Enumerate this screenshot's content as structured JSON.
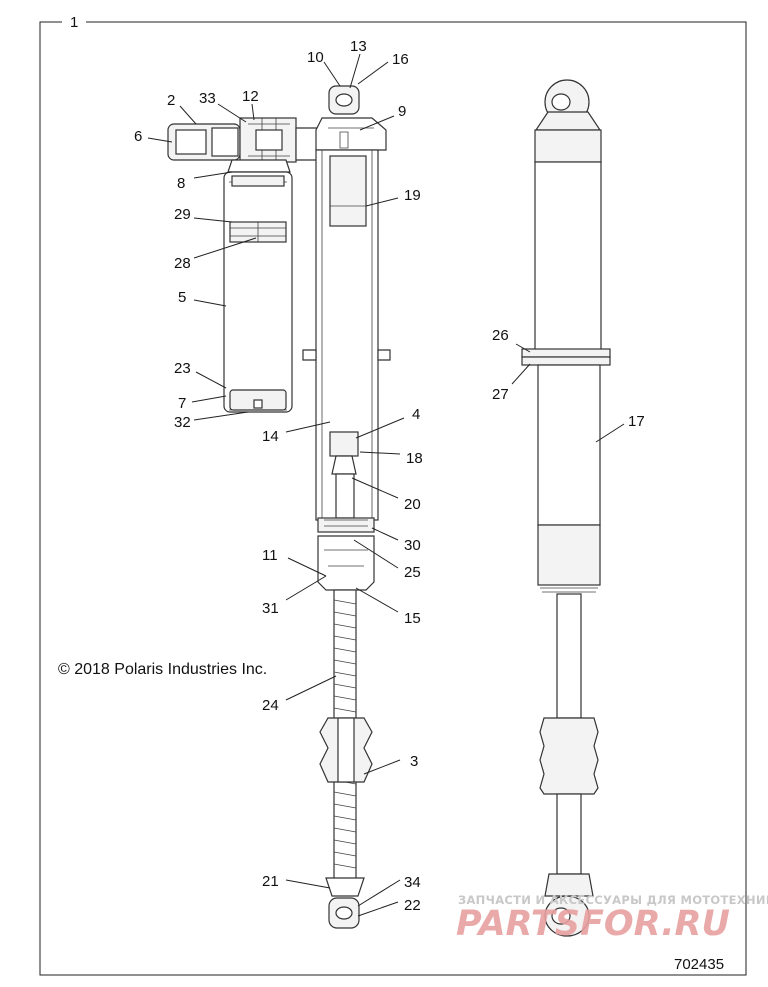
{
  "diagram": {
    "assembly_number": "1",
    "figure_id": "702435",
    "copyright": "© 2018 Polaris Industries Inc.",
    "watermark": {
      "top_line": "ЗАПЧАСТИ И АКСЕССУАРЫ ДЛЯ МОТОТЕХНИКИ",
      "logo_text": "PARTSFOR.RU"
    },
    "callouts": [
      "2",
      "33",
      "12",
      "6",
      "8",
      "29",
      "28",
      "5",
      "23",
      "7",
      "32",
      "10",
      "13",
      "16",
      "9",
      "19",
      "26",
      "27",
      "17",
      "4",
      "14",
      "18",
      "20",
      "30",
      "11",
      "25",
      "31",
      "15",
      "24",
      "3",
      "21",
      "34",
      "22"
    ]
  }
}
